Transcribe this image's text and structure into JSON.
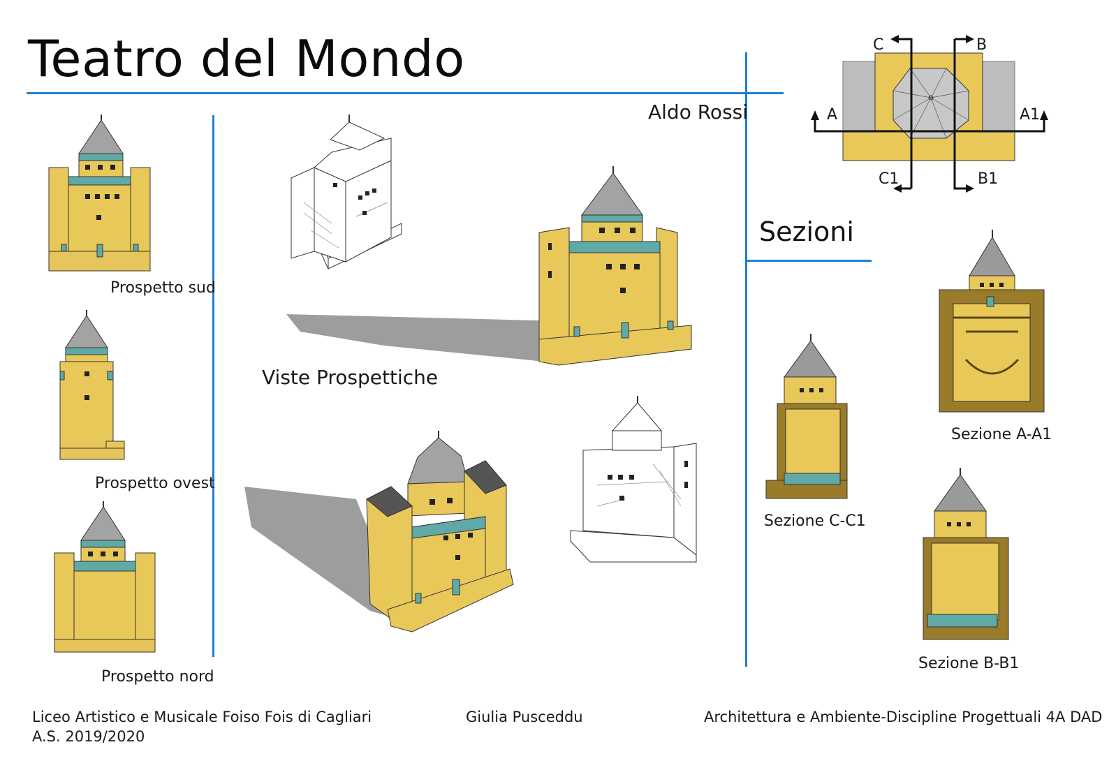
{
  "title": "Teatro del Mondo",
  "author_architect": "Aldo Rossi",
  "labels": {
    "prospetto_sud": "Prospetto sud",
    "prospetto_ovest": "Prospetto ovest",
    "prospetto_nord": "Prospetto nord",
    "viste_prospettiche": "Viste Prospettiche",
    "sezioni": "Sezioni",
    "sezione_a": "Sezione A-A1",
    "sezione_c": "Sezione C-C1",
    "sezione_b": "Sezione B-B1"
  },
  "plan_markers": {
    "a": "A",
    "a1": "A1",
    "b": "B",
    "b1": "B1",
    "c": "C",
    "c1": "C1"
  },
  "footer": {
    "school": "Liceo Artistico e Musicale Foiso Fois di Cagliari",
    "year": "A.S. 2019/2020",
    "student": "Giulia Pusceddu",
    "course": "Architettura e Ambiente-Discipline Progettuali 4A  DAD"
  },
  "colors": {
    "accent": "#1f7fcf",
    "wall": "#e9c85a",
    "teal": "#5fa9a6",
    "roof": "#9a9a9a",
    "shadow": "#9d9d9d"
  }
}
